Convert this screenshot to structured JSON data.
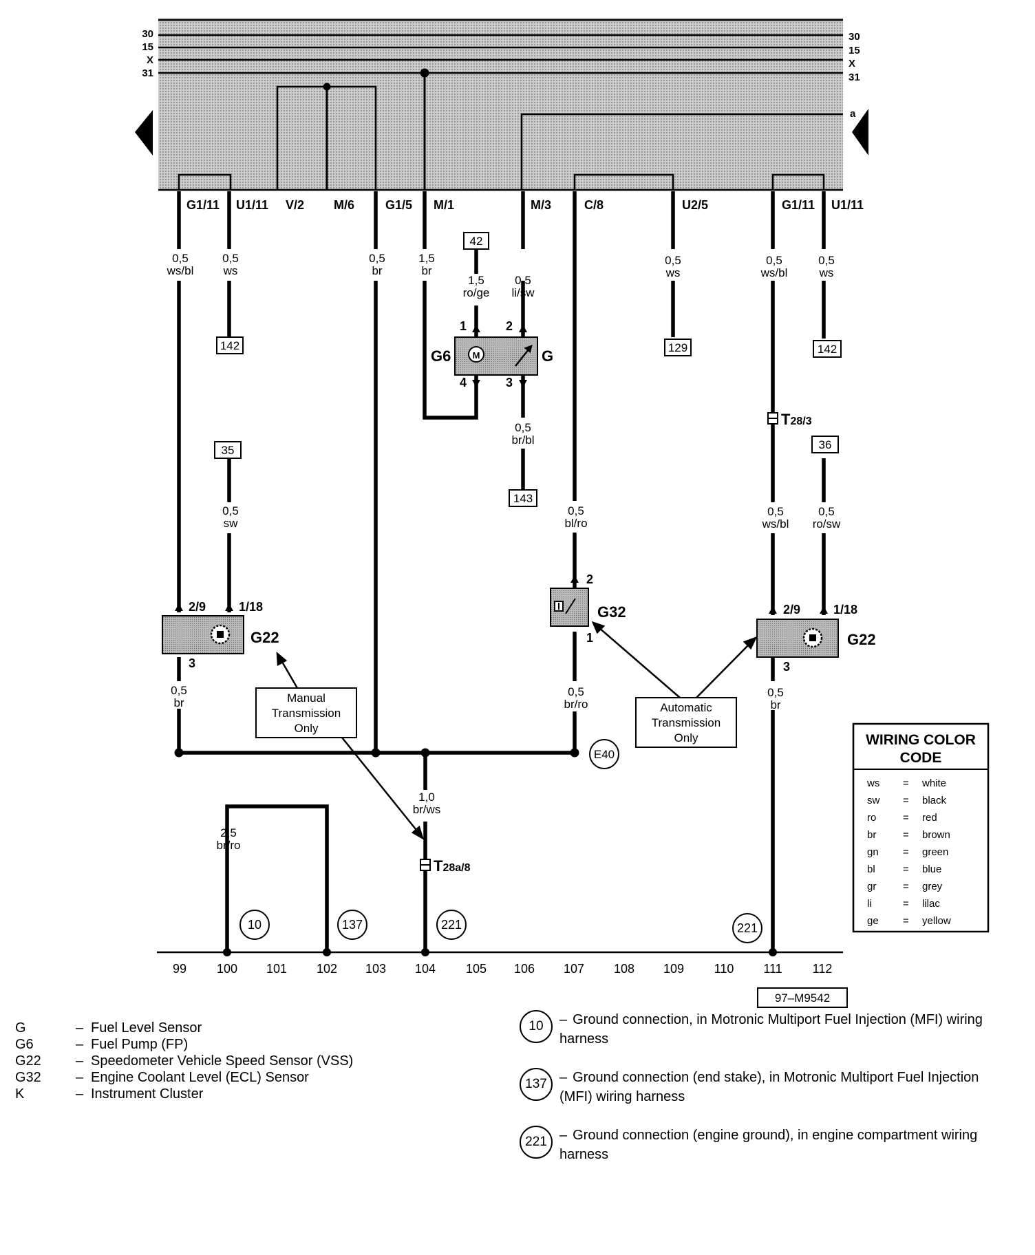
{
  "bus_labels": [
    "30",
    "15",
    "X",
    "31"
  ],
  "bus_end_label": "a",
  "connectors": [
    "G1/11",
    "U1/11",
    "V/2",
    "M/6",
    "G1/5",
    "M/1",
    "M/3",
    "C/8",
    "U2/5",
    "G1/11",
    "U1/11"
  ],
  "wires": [
    {
      "size": "0,5",
      "color": "ws/bl"
    },
    {
      "size": "0,5",
      "color": "ws"
    },
    {
      "size": "0,5",
      "color": "br"
    },
    {
      "size": "1,5",
      "color": "br"
    },
    {
      "size": "1,5",
      "color": "ro/ge"
    },
    {
      "size": "0,5",
      "color": "li/sw"
    },
    {
      "size": "0,5",
      "color": "ws"
    },
    {
      "size": "0,5",
      "color": "ws/bl"
    },
    {
      "size": "0,5",
      "color": "ws"
    },
    {
      "size": "0,5",
      "color": "br/bl"
    },
    {
      "size": "0,5",
      "color": "sw"
    },
    {
      "size": "0,5",
      "color": "bl/ro"
    },
    {
      "size": "0,5",
      "color": "ws/bl"
    },
    {
      "size": "0,5",
      "color": "ro/sw"
    },
    {
      "size": "0,5",
      "color": "br"
    },
    {
      "size": "0,5",
      "color": "br/ro"
    },
    {
      "size": "0,5",
      "color": "br"
    },
    {
      "size": "1,0",
      "color": "br/ws"
    },
    {
      "size": "2,5",
      "color": "br/ro"
    }
  ],
  "references": [
    "142",
    "42",
    "129",
    "142",
    "35",
    "143",
    "36"
  ],
  "pins": [
    "1",
    "2",
    "4",
    "3",
    "2/9",
    "1/18",
    "3",
    "2",
    "1",
    "2/9",
    "1/18",
    "3"
  ],
  "components": [
    "G6",
    "G",
    "G22",
    "G32",
    "G22"
  ],
  "terminals": [
    {
      "main": "T",
      "sub": "28/3"
    },
    {
      "main": "T",
      "sub": "28a/8"
    }
  ],
  "ground_point": "E40",
  "callouts": {
    "manual": [
      "Manual",
      "Transmission",
      "Only"
    ],
    "automatic": [
      "Automatic",
      "Transmission",
      "Only"
    ]
  },
  "ground_circles": [
    "10",
    "137",
    "221",
    "221"
  ],
  "bottom_numbers": [
    "99",
    "100",
    "101",
    "102",
    "103",
    "104",
    "105",
    "106",
    "107",
    "108",
    "109",
    "110",
    "111",
    "112"
  ],
  "figure_id": "97–M9542",
  "color_code": {
    "title": [
      "WIRING COLOR",
      "CODE"
    ],
    "rows": [
      {
        "code": "ws",
        "eq": "=",
        "name": "white"
      },
      {
        "code": "sw",
        "eq": "=",
        "name": "black"
      },
      {
        "code": "ro",
        "eq": "=",
        "name": "red"
      },
      {
        "code": "br",
        "eq": "=",
        "name": "brown"
      },
      {
        "code": "gn",
        "eq": "=",
        "name": "green"
      },
      {
        "code": "bl",
        "eq": "=",
        "name": "blue"
      },
      {
        "code": "gr",
        "eq": "=",
        "name": "grey"
      },
      {
        "code": "li",
        "eq": "=",
        "name": "lilac"
      },
      {
        "code": "ge",
        "eq": "=",
        "name": "yellow"
      }
    ]
  },
  "legend": [
    {
      "code": "G",
      "text": "Fuel Level Sensor"
    },
    {
      "code": "G6",
      "text": "Fuel Pump (FP)"
    },
    {
      "code": "G22",
      "text": "Speedometer Vehicle Speed Sensor (VSS)"
    },
    {
      "code": "G32",
      "text": "Engine Coolant Level (ECL) Sensor"
    },
    {
      "code": "K",
      "text": "Instrument Cluster"
    }
  ],
  "legend_dash": "–",
  "ground_legend": [
    {
      "num": "10",
      "text": "Ground connection, in Motronic Multiport Fuel Injection (MFI) wiring harness"
    },
    {
      "num": "137",
      "text": "Ground connection (end stake), in Motronic Multiport Fuel Injection (MFI) wiring harness"
    },
    {
      "num": "221",
      "text": "Ground connection (engine ground), in engine compartment wiring harness"
    }
  ]
}
